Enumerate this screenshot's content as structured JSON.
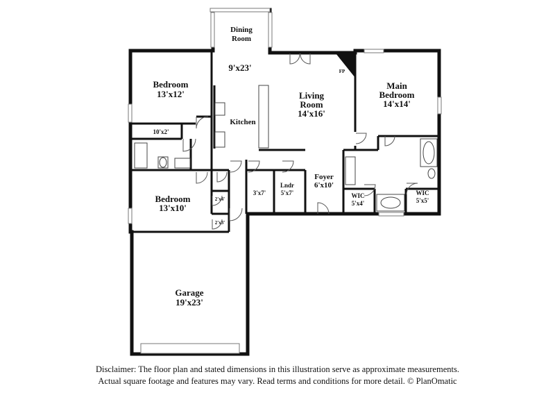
{
  "rooms": {
    "dining": {
      "name_line1": "Dining",
      "name_line2": "Room",
      "size": "9'x23'"
    },
    "bedroom1": {
      "name": "Bedroom",
      "size": "13'x12'"
    },
    "closet_a": {
      "size": "10'x2'"
    },
    "kitchen": {
      "name": "Kitchen"
    },
    "living": {
      "name_line1": "Living",
      "name_line2": "Room",
      "size": "14'x16'"
    },
    "fireplace": {
      "label": "FP"
    },
    "main_bedroom": {
      "name_line1": "Main",
      "name_line2": "Bedroom",
      "size": "14'x14'"
    },
    "bedroom2": {
      "name": "Bedroom",
      "size": "13'x10'"
    },
    "closet_b": {
      "size": "2'x4'"
    },
    "closet_c": {
      "size": "2'x3'"
    },
    "closet_d": {
      "size": "3'x7'"
    },
    "laundry": {
      "name": "Lndr",
      "size": "5'x7'"
    },
    "foyer": {
      "name": "Foyer",
      "size": "6'x10'"
    },
    "wic1": {
      "name": "WIC",
      "size": "5'x4'"
    },
    "wic2": {
      "name": "WIC",
      "size": "5'x5'"
    },
    "garage": {
      "name": "Garage",
      "size": "19'x23'"
    }
  },
  "disclaimer": {
    "line1": "Disclaimer: The floor plan and stated dimensions in this illustration serve as approximate measurements.",
    "line2": "Actual square footage and features may vary. Read terms and conditions for more detail. © PlanOmatic"
  }
}
